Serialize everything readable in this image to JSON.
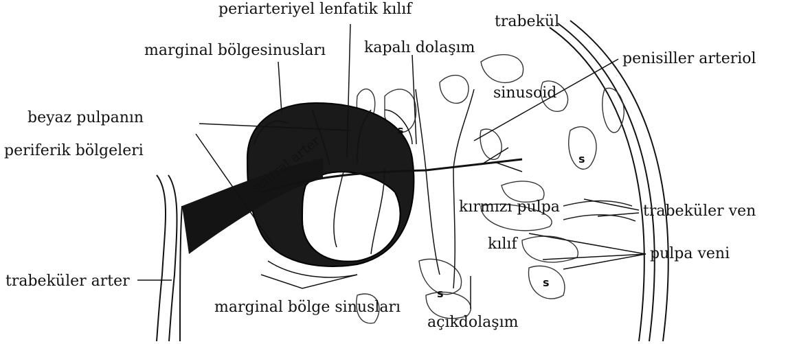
{
  "labels": {
    "periarteriyel": "periarteriyel lenfatik kılıf",
    "trabekul": "trabekül",
    "marginal_top": "marginal bölgesinusları",
    "kapali": "kapalı dolaşım",
    "penisiller": "penisiller arteriol",
    "sinusoid": "sinusoid",
    "beyaz_pulpa": "beyaz pulpanın",
    "periferik": "periferik bölgeleri",
    "sentral": "sentral arter",
    "kirmizi": "kırmızı pulpa",
    "trabekuler_ven": "trabeküler ven",
    "kilif": "kılıf",
    "pulpa_veni": "pulpa veni",
    "trabekuler_arter": "trabeküler arter",
    "marginal_bottom": "marginal bölge sinusları",
    "acik": "açıkdolaşım"
  },
  "sinusoid_marks": [
    "s",
    "s",
    "s",
    "s"
  ],
  "colors": {
    "ink": "#111111",
    "paper": "#ffffff",
    "dark_tissue": "#1a1a1a"
  }
}
